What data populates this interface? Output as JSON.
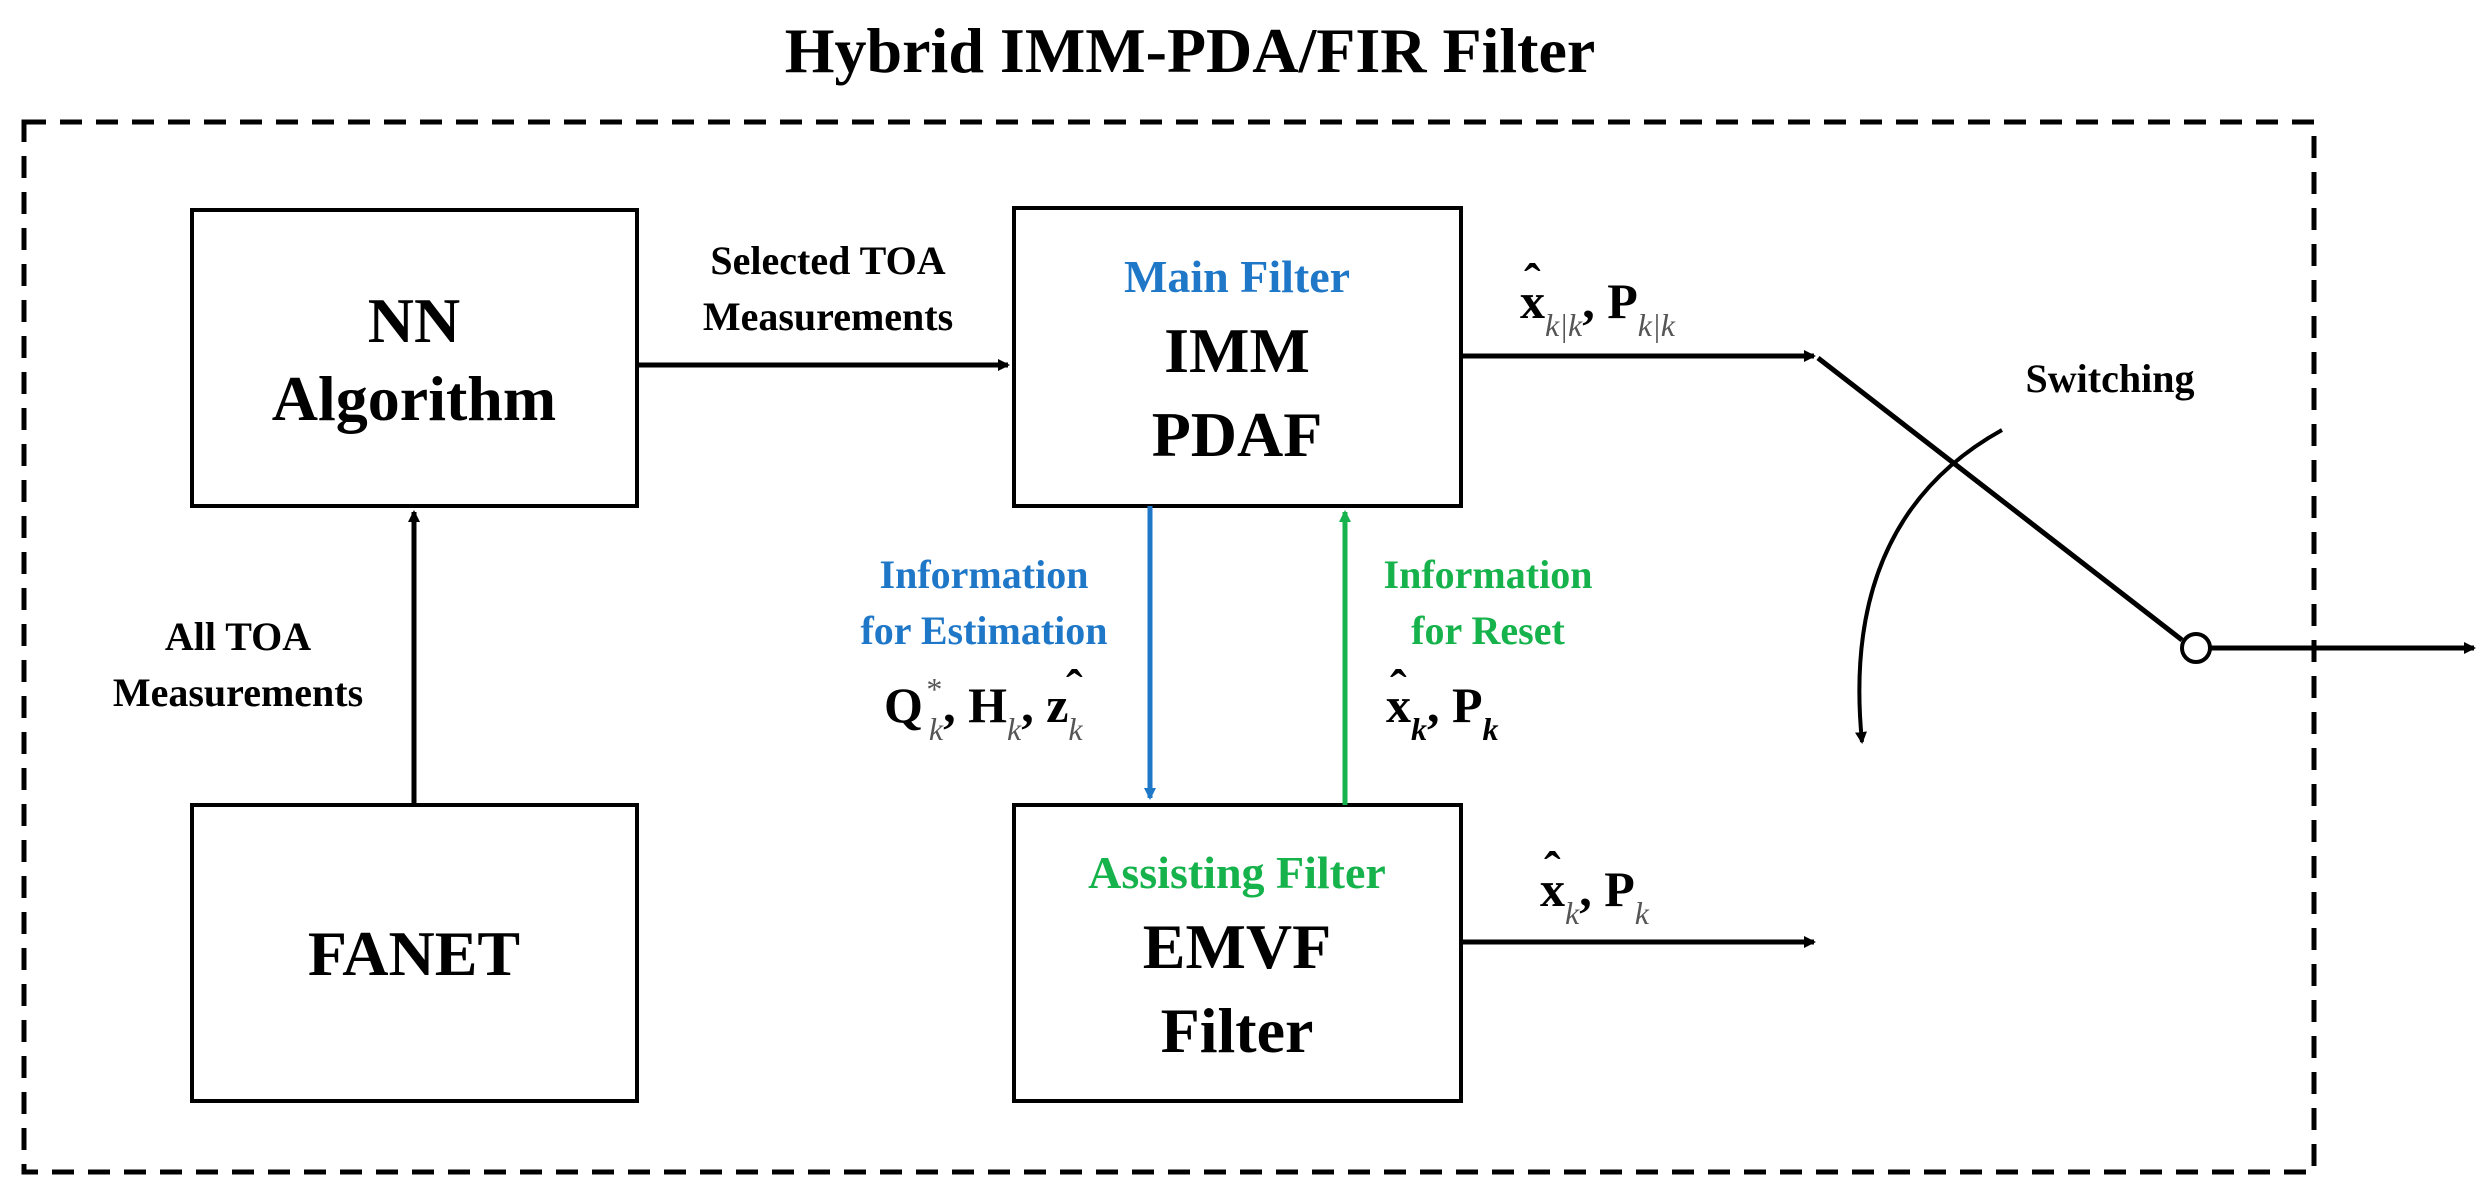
{
  "title": "Hybrid IMM-PDA/FIR Filter",
  "colors": {
    "main_filter": "#1f77c8",
    "assisting_filter": "#16b24b",
    "line": "#000000"
  },
  "blocks": {
    "nn": {
      "line1": "NN",
      "line2": "Algorithm"
    },
    "fanet": {
      "line1": "FANET"
    },
    "imm": {
      "header": "Main Filter",
      "line1": "IMM",
      "line2": "PDAF"
    },
    "emvf": {
      "header": "Assisting Filter",
      "line1": "EMVF",
      "line2": "Filter"
    }
  },
  "edges": {
    "all_toa": {
      "line1": "All TOA",
      "line2": "Measurements"
    },
    "selected_toa": {
      "line1": "Selected TOA",
      "line2": "Measurements"
    },
    "info_estimation": {
      "line1": "Information",
      "line2": "for Estimation"
    },
    "info_reset": {
      "line1": "Information",
      "line2": "for Reset"
    },
    "switching": "Switching"
  },
  "math": {
    "imm_output": {
      "x": "x",
      "x_sub": "k|k",
      "sep": ", ",
      "p": "P",
      "p_sub": "k|k"
    },
    "estimation": {
      "q": "Q",
      "q_sup": "*",
      "q_sub": "k",
      "h": "H",
      "h_sub": "k",
      "z": "z",
      "z_sub": "k"
    },
    "reset": {
      "x": "x",
      "x_sub": "k",
      "p": "P",
      "p_sub": "k"
    },
    "emvf_output": {
      "x": "x",
      "x_sub": "k",
      "p": "P",
      "p_sub": "k"
    }
  }
}
